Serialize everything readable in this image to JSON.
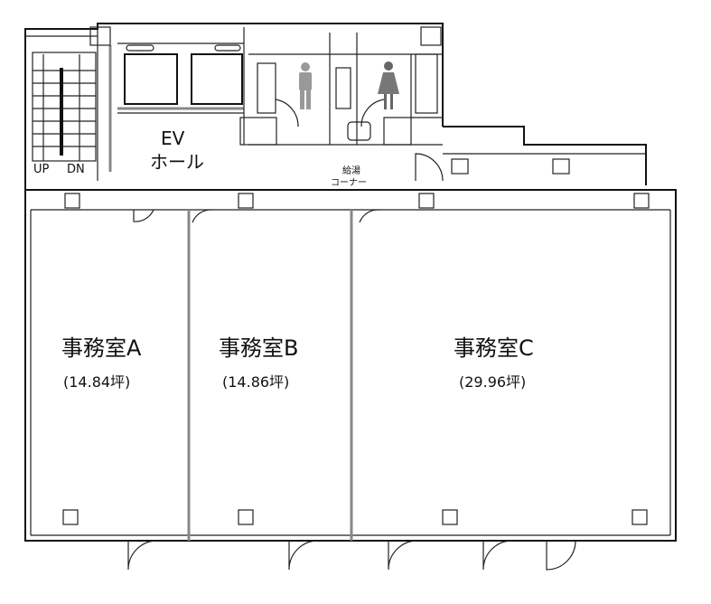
{
  "core": {
    "ev_hall_line1": "EV",
    "ev_hall_line2": "ホール",
    "stair_up": "UP",
    "stair_down": "DN",
    "pantry_line1": "給湯",
    "pantry_line2": "コーナー"
  },
  "offices": [
    {
      "name": "事務室A",
      "area": "(14.84坪)"
    },
    {
      "name": "事務室B",
      "area": "(14.86坪)"
    },
    {
      "name": "事務室C",
      "area": "(29.96坪)"
    }
  ],
  "icons": [
    "male-toilet-icon",
    "female-toilet-icon",
    "stairs-icon",
    "elevator-icon",
    "door-icon",
    "column-icon"
  ]
}
